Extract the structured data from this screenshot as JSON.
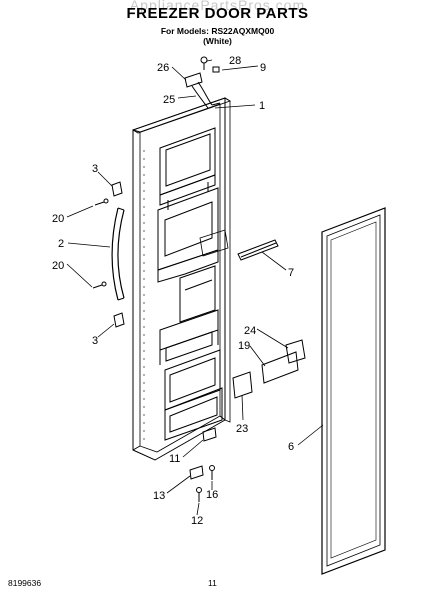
{
  "header": {
    "watermark": "AppliancePartsPros.com",
    "title": "FREEZER DOOR PARTS",
    "models_line": "For Models: RS22AQXMQ00",
    "color_line": "(White)"
  },
  "callouts": {
    "p1": "1",
    "p2": "2",
    "p3a": "3",
    "p3b": "3",
    "p6": "6",
    "p7": "7",
    "p9": "9",
    "p11": "11",
    "p12": "12",
    "p13": "13",
    "p16": "16",
    "p19": "19",
    "p20a": "20",
    "p20b": "20",
    "p23": "23",
    "p24": "24",
    "p25": "25",
    "p26": "26",
    "p28": "28"
  },
  "footer": {
    "doc_number": "8199636",
    "page_number": "11"
  }
}
